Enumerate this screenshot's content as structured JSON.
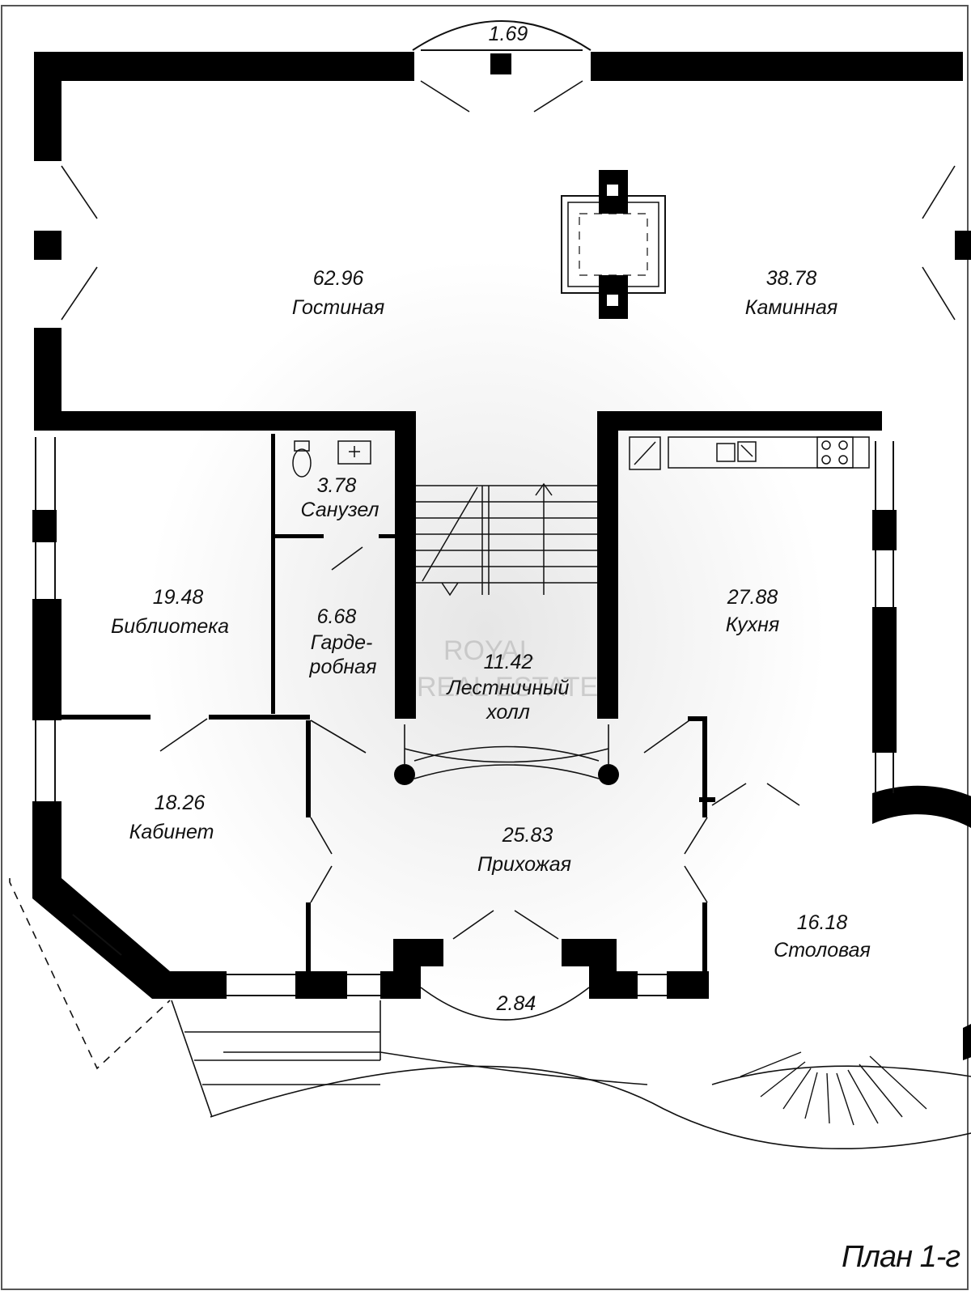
{
  "plan": {
    "title": "План 1-г",
    "watermark": {
      "line1": "ROYAL",
      "line2": "REAL ESTATE"
    },
    "rooms": [
      {
        "id": "living-room",
        "area": "62.96",
        "name": "Гостиная"
      },
      {
        "id": "fireplace-room",
        "area": "38.78",
        "name": "Каминная"
      },
      {
        "id": "bathroom",
        "area": "3.78",
        "name": "Санузел"
      },
      {
        "id": "library",
        "area": "19.48",
        "name": "Библиотека"
      },
      {
        "id": "wardrobe",
        "area": "6.68",
        "name": "Гарде-",
        "name2": "робная"
      },
      {
        "id": "stair-hall",
        "area": "11.42",
        "name": "Лестничный",
        "name2": "холл"
      },
      {
        "id": "kitchen",
        "area": "27.88",
        "name": "Кухня"
      },
      {
        "id": "study",
        "area": "18.26",
        "name": "Кабинет"
      },
      {
        "id": "hallway",
        "area": "25.83",
        "name": "Прихожая"
      },
      {
        "id": "dining-room",
        "area": "16.18",
        "name": "Столовая"
      }
    ],
    "balconies": [
      {
        "id": "top-balcony",
        "area": "1.69"
      },
      {
        "id": "entrance-porch",
        "area": "2.84"
      }
    ]
  }
}
